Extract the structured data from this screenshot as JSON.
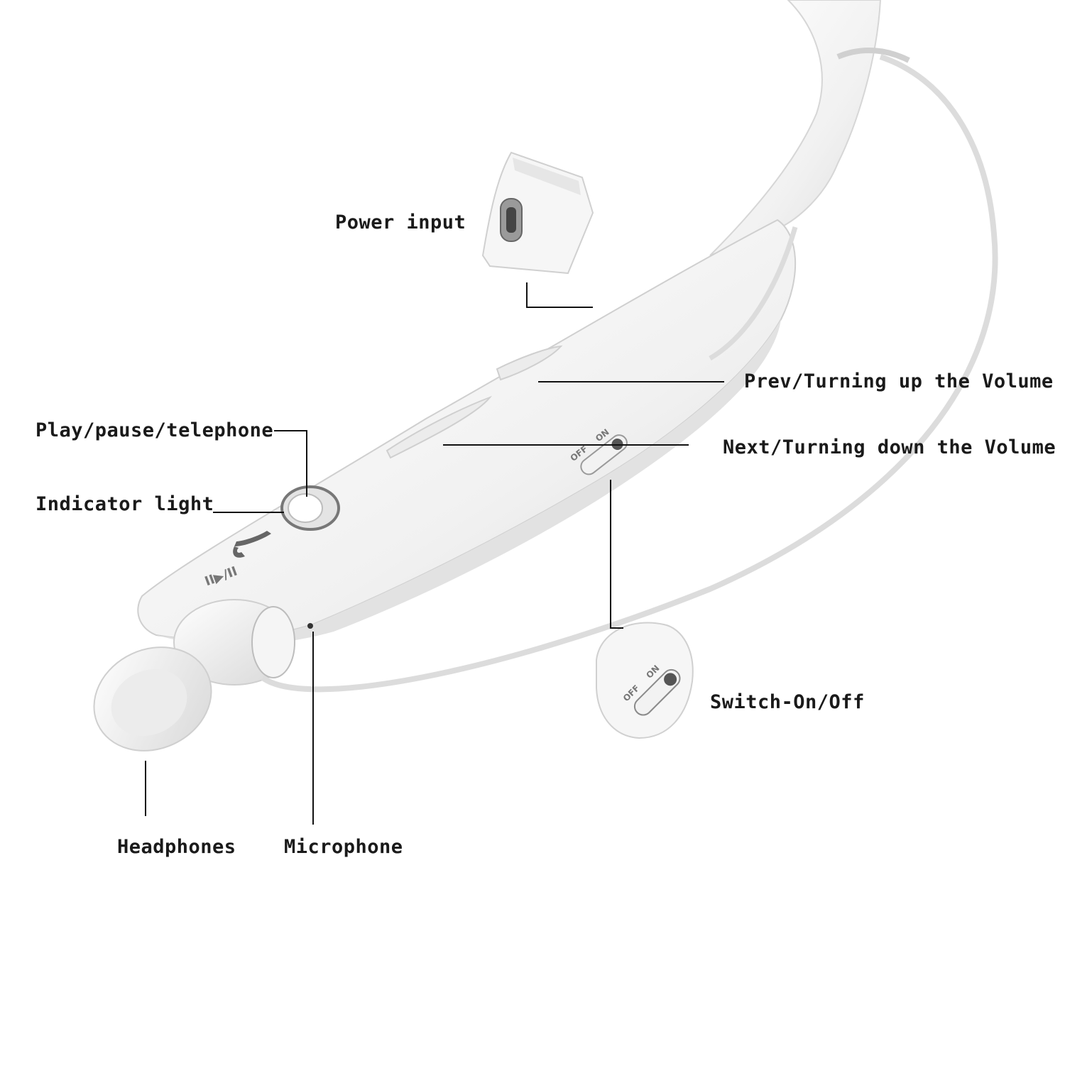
{
  "labels": {
    "power_input": "Power input",
    "prev_volume_up": "Prev/Turning up the Volume",
    "next_volume_down": "Next/Turning down the Volume",
    "play_pause_telephone": "Play/pause/telephone",
    "indicator_light": "Indicator light",
    "switch_on_off": "Switch-On/Off",
    "headphones": "Headphones",
    "microphone": "Microphone"
  },
  "device_markings": {
    "switch_off": "OFF",
    "switch_on": "ON",
    "play_pause_symbol": "II▶/II"
  },
  "colors": {
    "background": "#ffffff",
    "device_body": "#f4f4f4",
    "device_shadow": "#d9d9d9",
    "leader_line": "#111111",
    "label_text": "#1a1a1a"
  },
  "icons": [
    "power-port-icon",
    "phone-handset-icon",
    "play-pause-icon",
    "indicator-ring-icon",
    "on-off-switch-icon"
  ]
}
